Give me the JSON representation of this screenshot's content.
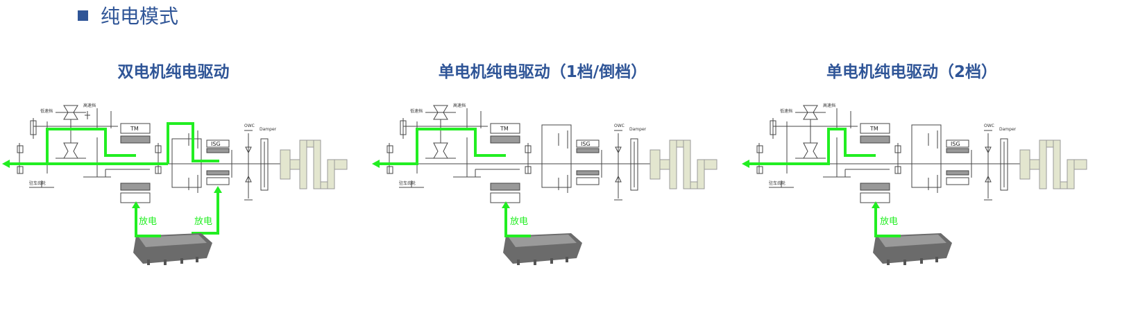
{
  "section": {
    "bullet_color": "#2f5597",
    "heading": "纯电模式"
  },
  "panels": [
    {
      "title": "双电机纯电驱动",
      "tm_label": "TM",
      "isg_label": "ISG",
      "owc_label": "OWC",
      "damper_label": "Damper",
      "gear_label_top_left": "低速挡",
      "gear_label_top_right": "高速挡",
      "gear_label_bottom": "驻车齿轮",
      "discharge_labels": [
        "放电",
        "放电"
      ]
    },
    {
      "title": "单电机纯电驱动（1档/倒档）",
      "tm_label": "TM",
      "isg_label": "ISG",
      "owc_label": "OWC",
      "damper_label": "Damper",
      "gear_label_top_left": "低速挡",
      "gear_label_top_right": "高速挡",
      "gear_label_bottom": "驻车齿轮",
      "discharge_labels": [
        "放电"
      ]
    },
    {
      "title": "单电机纯电驱动（2档）",
      "tm_label": "TM",
      "isg_label": "ISG",
      "owc_label": "OWC",
      "damper_label": "Damper",
      "gear_label_top_left": "低速挡",
      "gear_label_top_right": "高速挡",
      "gear_label_bottom": "驻车齿轮",
      "discharge_labels": [
        "放电"
      ]
    }
  ],
  "colors": {
    "power_flow": "#22ee22",
    "heading": "#2f5597",
    "engine_block": "#e3e6cf"
  }
}
